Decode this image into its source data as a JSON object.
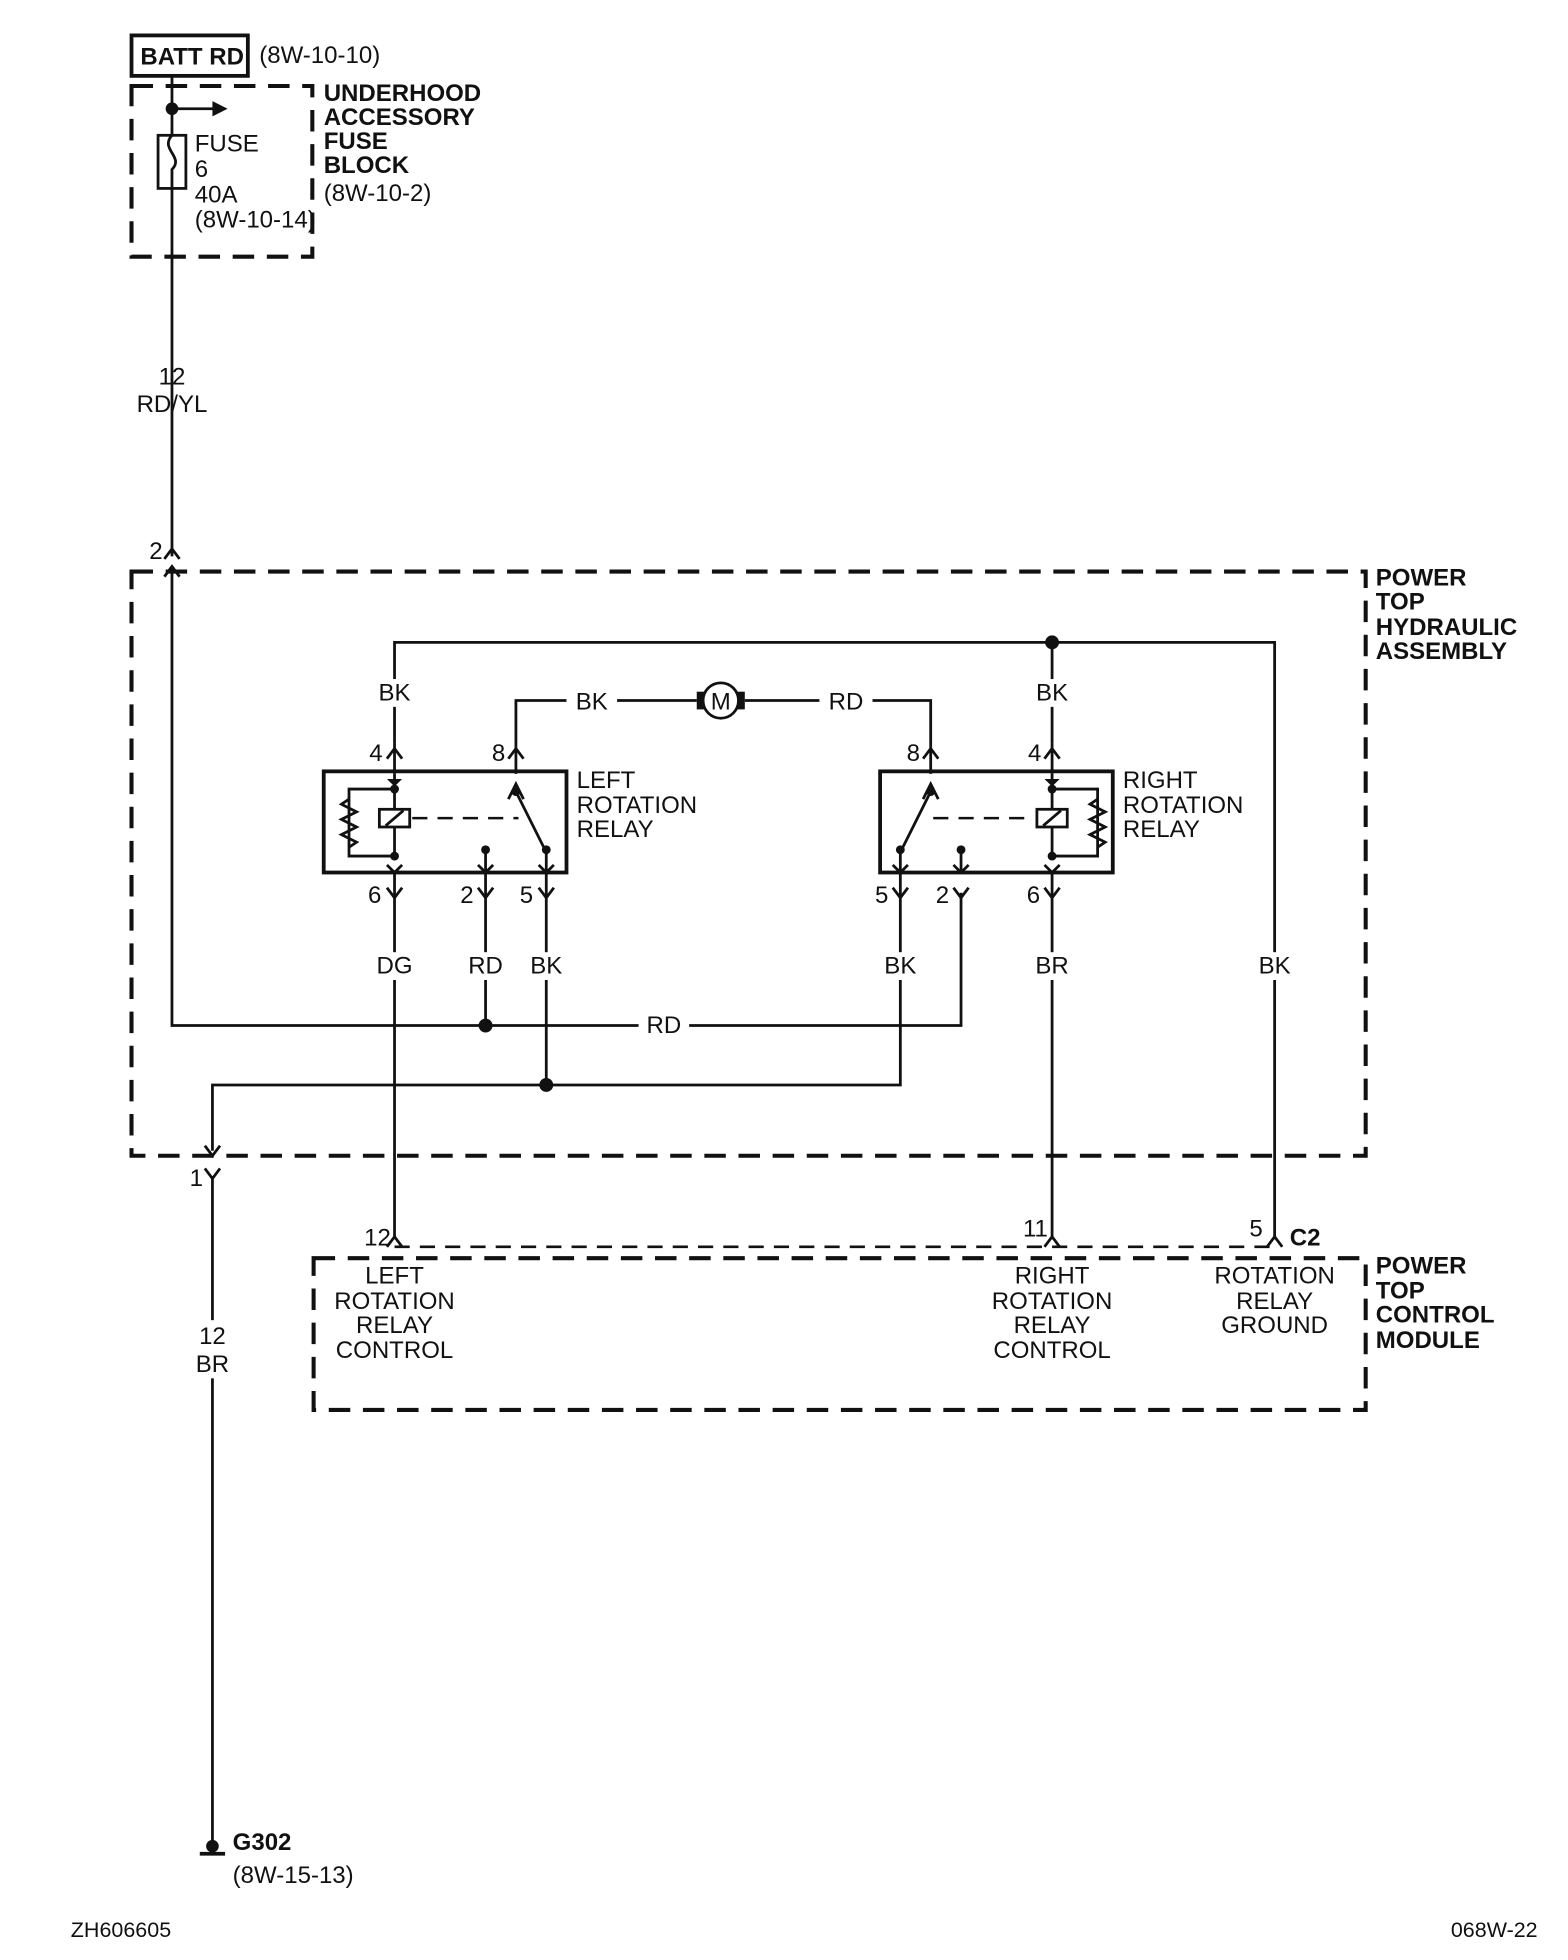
{
  "battery": {
    "label": "BATT RD",
    "ref": "(8W-10-10)"
  },
  "fuse_block": {
    "name_lines": [
      "UNDERHOOD",
      "ACCESSORY",
      "FUSE",
      "BLOCK"
    ],
    "ref": "(8W-10-2)",
    "fuse": {
      "label": "FUSE",
      "number": "6",
      "rating": "40A",
      "ref": "(8W-10-14)"
    }
  },
  "wire_feed": {
    "gauge": "12",
    "color": "RD/YL"
  },
  "hydraulic_assembly": {
    "name_lines": [
      "POWER",
      "TOP",
      "HYDRAULIC",
      "ASSEMBLY"
    ],
    "pin_in": "2",
    "pin_out": "1",
    "motor": {
      "symbol": "M",
      "left_wire": "BK",
      "right_wire": "RD"
    },
    "left_relay": {
      "name_lines": [
        "LEFT",
        "ROTATION",
        "RELAY"
      ],
      "pins_top": [
        "4",
        "8"
      ],
      "pins_bottom": [
        "6",
        "2",
        "5"
      ],
      "wires_top": [
        "BK"
      ],
      "wires_bottom": [
        "DG",
        "RD",
        "BK"
      ]
    },
    "right_relay": {
      "name_lines": [
        "RIGHT",
        "ROTATION",
        "RELAY"
      ],
      "pins_top": [
        "8",
        "4"
      ],
      "pins_bottom": [
        "5",
        "2",
        "6"
      ],
      "wires_top": [
        "BK"
      ],
      "wires_bottom": [
        "BK",
        "BR"
      ]
    },
    "ground_wire": "BK",
    "bus_wire": "RD"
  },
  "control_module": {
    "name_lines": [
      "POWER",
      "TOP",
      "CONTROL",
      "MODULE"
    ],
    "connector": "C2",
    "pins": [
      {
        "num": "12",
        "lines": [
          "LEFT",
          "ROTATION",
          "RELAY",
          "CONTROL"
        ]
      },
      {
        "num": "11",
        "lines": [
          "RIGHT",
          "ROTATION",
          "RELAY",
          "CONTROL"
        ]
      },
      {
        "num": "5",
        "lines": [
          "ROTATION",
          "RELAY",
          "GROUND"
        ]
      }
    ]
  },
  "wire_ground": {
    "gauge": "12",
    "color": "BR"
  },
  "ground": {
    "label": "G302",
    "ref": "(8W-15-13)"
  },
  "footer": {
    "left": "ZH606605",
    "right": "068W-22"
  }
}
